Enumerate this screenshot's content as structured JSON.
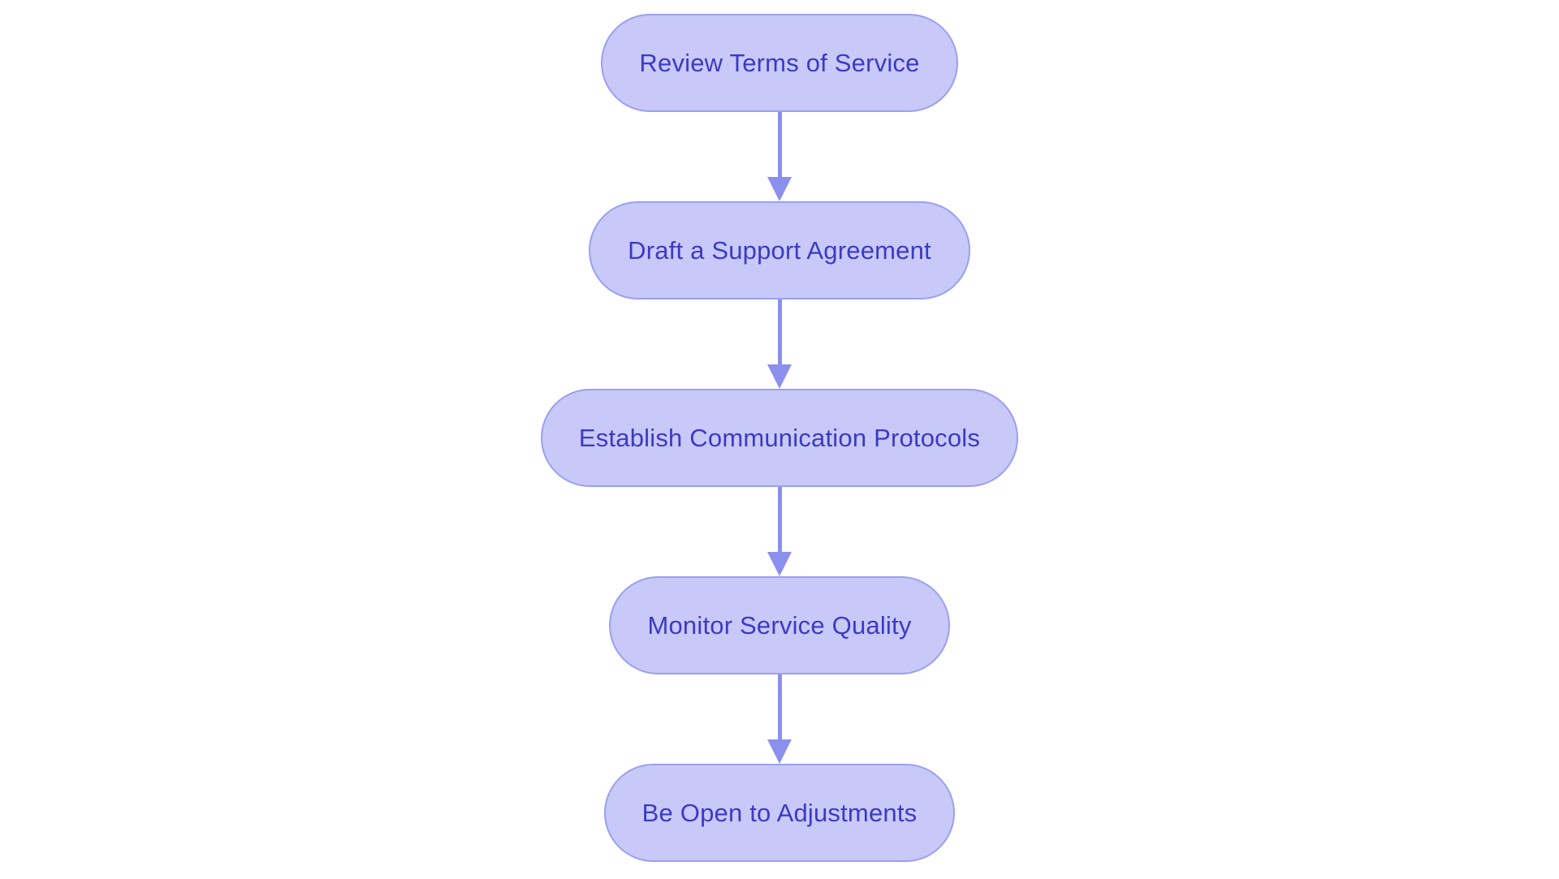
{
  "diagram": {
    "type": "flowchart",
    "direction": "top-down",
    "background_color": "#ffffff",
    "node_fill_color": "#c8c9f8",
    "node_border_color": "#9aa0f2",
    "node_text_color": "#3c3ac5",
    "arrow_color": "#8b90ee",
    "nodes": [
      {
        "id": "step-1",
        "label": "Review Terms of Service"
      },
      {
        "id": "step-2",
        "label": "Draft a Support Agreement"
      },
      {
        "id": "step-3",
        "label": "Establish Communication Protocols"
      },
      {
        "id": "step-4",
        "label": "Monitor Service Quality"
      },
      {
        "id": "step-5",
        "label": "Be Open to Adjustments"
      }
    ],
    "edges": [
      {
        "from": "step-1",
        "to": "step-2"
      },
      {
        "from": "step-2",
        "to": "step-3"
      },
      {
        "from": "step-3",
        "to": "step-4"
      },
      {
        "from": "step-4",
        "to": "step-5"
      }
    ]
  }
}
